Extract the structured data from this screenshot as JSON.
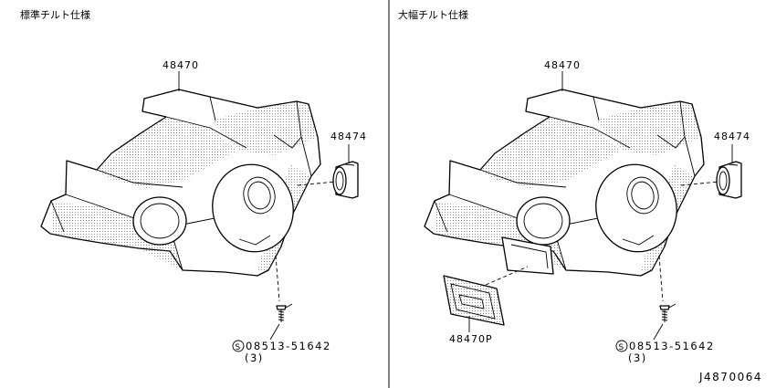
{
  "left_panel": {
    "title": "標準チルト仕様",
    "cover_part": "48470",
    "grommet_part": "48474",
    "screw_code": "08513-51642",
    "screw_qty": "(3)",
    "screw_prefix": "S"
  },
  "right_panel": {
    "title": "大幅チルト仕様",
    "cover_part": "48470",
    "grommet_part": "48474",
    "plate_part": "48470P",
    "screw_code": "08513-51642",
    "screw_qty": "(3)",
    "screw_prefix": "S"
  },
  "diagram_id": "J4870064"
}
